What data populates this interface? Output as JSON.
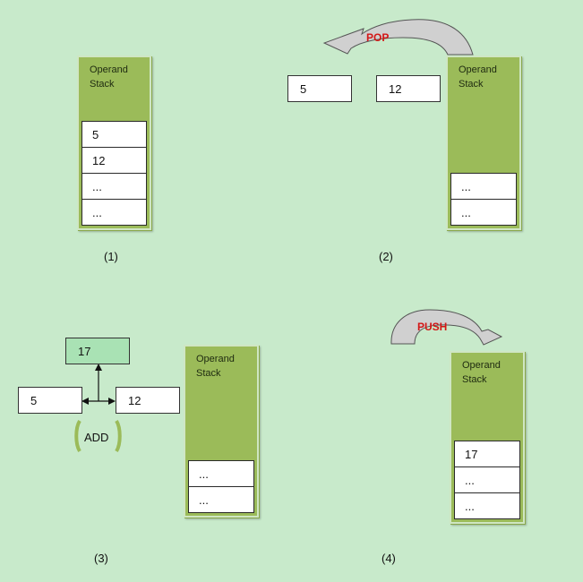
{
  "stack_label": [
    "Operand",
    "Stack"
  ],
  "panel1": {
    "caption": "(1)",
    "stack_cells": [
      "5",
      "12",
      "...",
      "..."
    ]
  },
  "panel2": {
    "caption": "(2)",
    "op": "POP",
    "popped": [
      "5",
      "12"
    ],
    "stack_cells": [
      "...",
      "..."
    ]
  },
  "panel3": {
    "caption": "(3)",
    "result": "17",
    "left_operand": "5",
    "right_operand": "12",
    "op": "ADD",
    "stack_cells": [
      "...",
      "..."
    ]
  },
  "panel4": {
    "caption": "(4)",
    "op": "PUSH",
    "stack_cells": [
      "17",
      "...",
      "..."
    ]
  },
  "colors": {
    "background": "#c8eacb",
    "stack_fill": "#9bbb59",
    "result_fill": "#a9e2b4",
    "op_text": "#d31616",
    "arrow_fill": "#d0d0d0"
  }
}
